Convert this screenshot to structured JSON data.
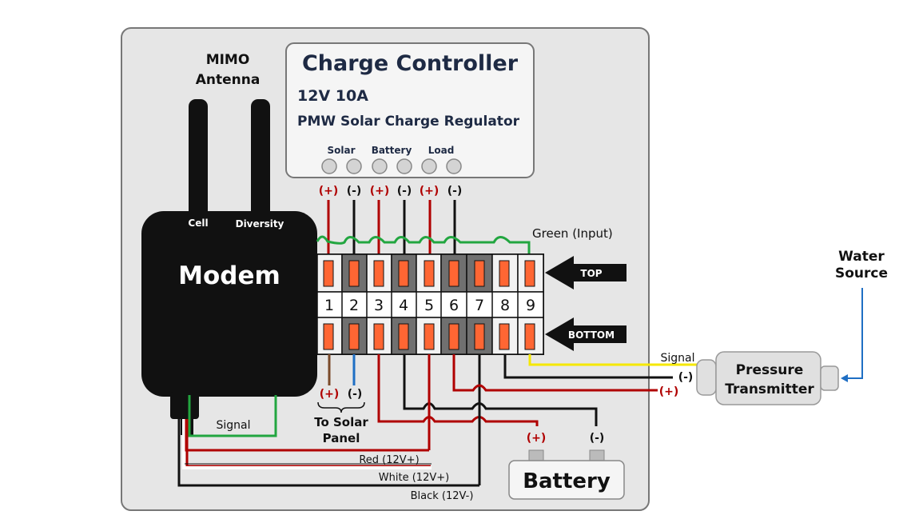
{
  "antenna_label_1": "MIMO",
  "antenna_label_2": "Antenna",
  "cell_label": "Cell",
  "diversity_label": "Diversity",
  "modem_label": "Modem",
  "controller": {
    "title": "Charge Controller",
    "rating": "12V 10A",
    "subtitle": "PMW Solar Charge Regulator",
    "groups": [
      "Solar",
      "Battery",
      "Load"
    ],
    "polarities": [
      "(+)",
      "(-)",
      "(+)",
      "(-)",
      "(+)",
      "(-)"
    ]
  },
  "green_input_label": "Green (Input)",
  "terminal_numbers": [
    "1",
    "2",
    "3",
    "4",
    "5",
    "6",
    "7",
    "8",
    "9"
  ],
  "top_arrow_label": "TOP",
  "bottom_arrow_label": "BOTTOM",
  "solar_panel": {
    "plus": "(+)",
    "minus": "(-)",
    "label_1": "To Solar",
    "label_2": "Panel"
  },
  "signal_label_modem": "Signal",
  "signal_label_sensor": "Signal",
  "sensor_minus": "(-)",
  "sensor_plus": "(+)",
  "pressure_label_1": "Pressure",
  "pressure_label_2": "Transmitter",
  "water_label_1": "Water",
  "water_label_2": "Source",
  "battery": {
    "label": "Battery",
    "plus": "(+)",
    "minus": "(-)"
  },
  "wire_labels": {
    "red": "Red (12V+)",
    "white": "White (12V+)",
    "black": "Black (12V-)"
  },
  "colors": {
    "red_wire": "#b00000",
    "green_wire": "#22a640",
    "black_wire": "#111111",
    "yellow_wire": "#f5e800",
    "brown_wire": "#7a4a2a",
    "blue_wire": "#1f6fc4",
    "terminal_orange": "#ff6633",
    "panel_gray": "#e6e6e6",
    "controller_text": "#1e2a44"
  }
}
